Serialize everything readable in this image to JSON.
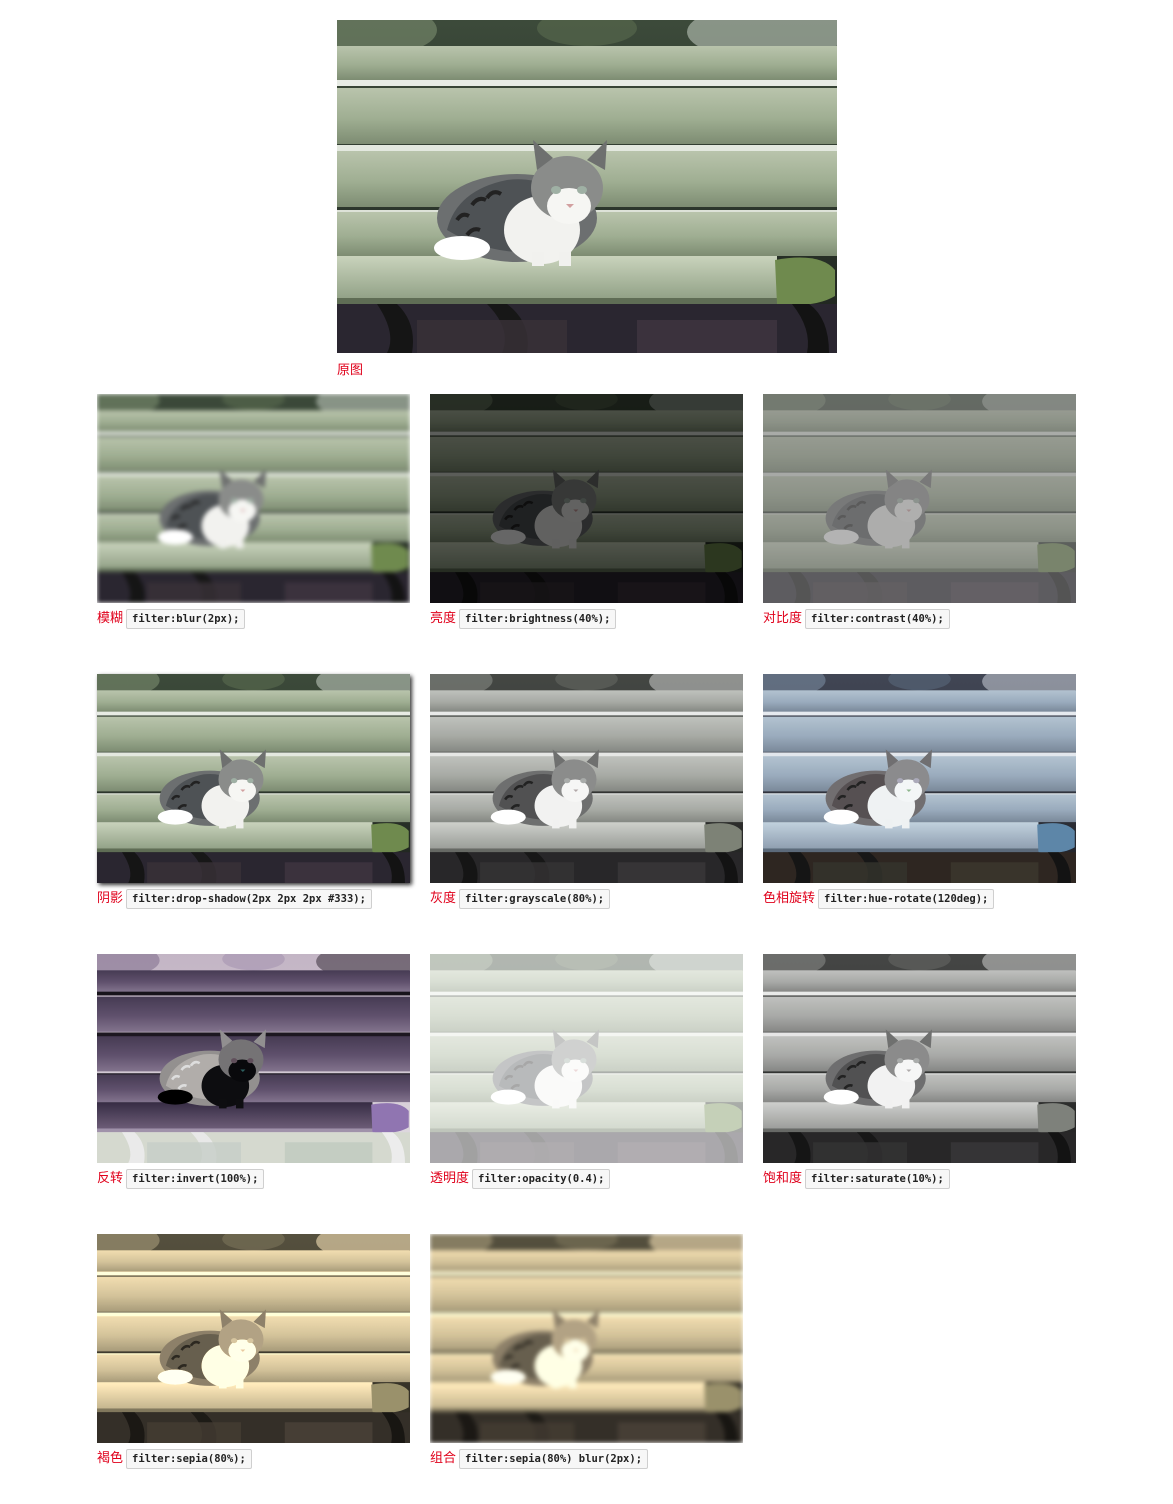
{
  "original": {
    "label": "原图"
  },
  "filters": [
    {
      "name": "模糊",
      "code": "filter:blur(2px);",
      "css": "blur(2px)"
    },
    {
      "name": "亮度",
      "code": "filter:brightness(40%);",
      "css": "brightness(40%)"
    },
    {
      "name": "对比度",
      "code": "filter:contrast(40%);",
      "css": "contrast(40%)"
    },
    {
      "name": "阴影",
      "code": "filter:drop-shadow(2px 2px 2px #333);",
      "css": "drop-shadow(2px 2px 2px #333)"
    },
    {
      "name": "灰度",
      "code": "filter:grayscale(80%);",
      "css": "grayscale(80%)"
    },
    {
      "name": "色相旋转",
      "code": "filter:hue-rotate(120deg);",
      "css": "hue-rotate(120deg)"
    },
    {
      "name": "反转",
      "code": "filter:invert(100%);",
      "css": "invert(100%)"
    },
    {
      "name": "透明度",
      "code": "filter:opacity(0.4);",
      "css": "opacity(0.4)"
    },
    {
      "name": "饱和度",
      "code": "filter:saturate(10%);",
      "css": "saturate(10%)"
    },
    {
      "name": "褐色",
      "code": "filter:sepia(80%);",
      "css": "sepia(80%)"
    },
    {
      "name": "组合",
      "code": "filter:sepia(80%) blur(2px);",
      "css": "sepia(80%) blur(2px)"
    }
  ]
}
